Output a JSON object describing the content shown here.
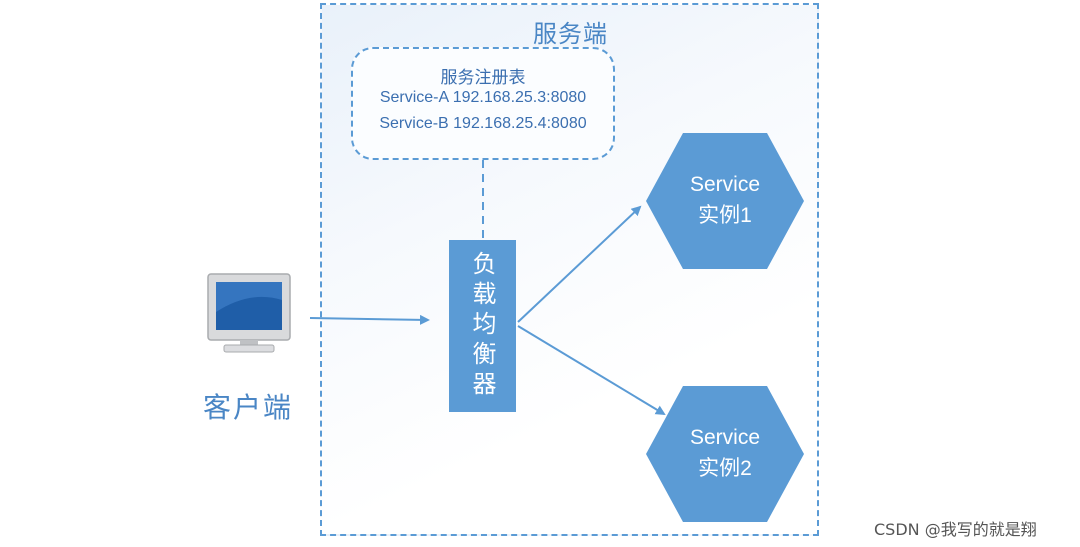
{
  "server": {
    "title": "服务端"
  },
  "registry": {
    "title": "服务注册表",
    "entries": [
      "Service-A 192.168.25.3:8080",
      "Service-B 192.168.25.4:8080"
    ]
  },
  "load_balancer": {
    "label": "负载均衡器"
  },
  "instances": [
    {
      "line1": "Service",
      "line2": "实例1"
    },
    {
      "line1": "Service",
      "line2": "实例2"
    }
  ],
  "client": {
    "label": "客户端"
  },
  "watermark": "CSDN @我写的就是翔",
  "colors": {
    "accent": "#5b9bd5",
    "text_blue": "#4a86c5"
  }
}
